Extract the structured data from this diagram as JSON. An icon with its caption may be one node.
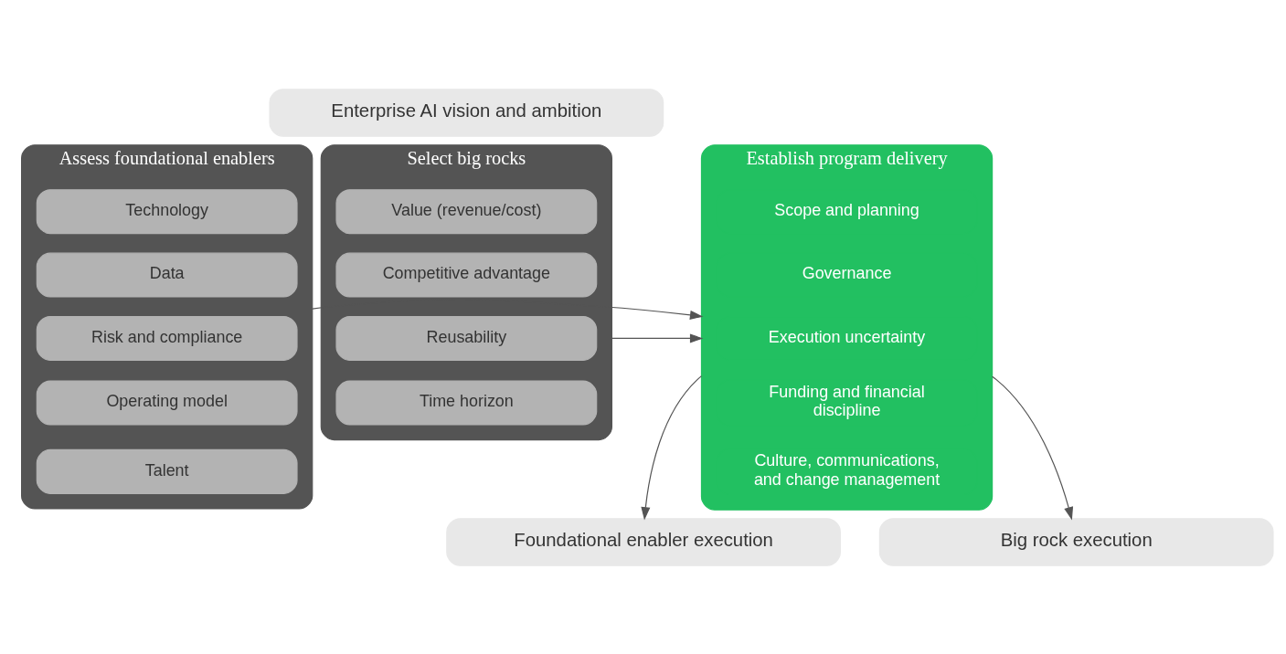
{
  "diagram": {
    "nodes": [
      {
        "text": [
          "Enterprise AI vision and ambition"
        ]
      },
      {
        "text": [
          "Select big rocks"
        ]
      },
      {
        "text": [
          "Value (revenue/cost)"
        ],
        "in": 1
      },
      {
        "text": [
          "Competitive advantage"
        ],
        "in": 1
      },
      {
        "text": [
          "Reusability"
        ],
        "in": 1
      },
      {
        "text": [
          "Time horizon"
        ],
        "in": 1
      },
      {
        "text": [
          "Establish program delivery"
        ]
      },
      {
        "text": [
          "Scope and planning"
        ],
        "in": 6
      },
      {
        "text": [
          "Governance"
        ],
        "in": 6
      },
      {
        "text": [
          "Execution uncertainty"
        ],
        "in": 6
      },
      {
        "text": [
          "Funding and financial discipline"
        ],
        "in": 6
      },
      {
        "text": [
          "Culture, communications, and change management"
        ],
        "in": 6
      },
      {
        "text": [
          "Assess foundational enablers"
        ]
      },
      {
        "text": [
          "Technology"
        ],
        "in": 12
      },
      {
        "text": [
          "Data"
        ],
        "in": 12
      },
      {
        "text": [
          "Risk and compliance"
        ],
        "in": 12
      },
      {
        "text": [
          "Operating model"
        ],
        "in": 12
      },
      {
        "text": [
          "Talent"
        ],
        "in": 12
      },
      {
        "text": [
          "Big rock execution"
        ]
      },
      {
        "text": [
          "Foundational enabler execution"
        ]
      }
    ],
    "edges": [
      {
        "from": 1,
        "to": 6,
        "arrow": "to"
      },
      {
        "from": 12,
        "to": 6,
        "arrow": "to"
      },
      {
        "from": 6,
        "to": 18,
        "arrow": "to"
      },
      {
        "from": 6,
        "to": 19,
        "arrow": "to"
      }
    ]
  }
}
